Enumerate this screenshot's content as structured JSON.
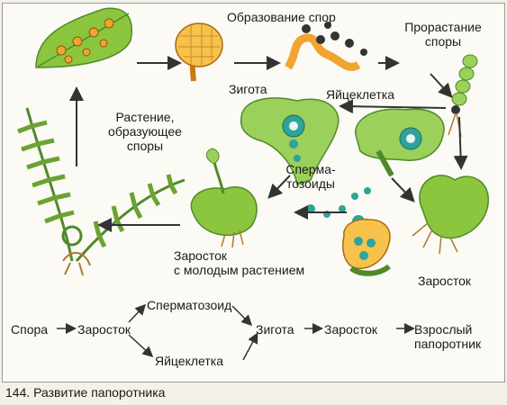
{
  "labels": {
    "spore_formation": "Образование спор",
    "zygote_top": "Зигота",
    "spore_germination_1": "Прорастание",
    "spore_germination_2": "споры",
    "egg_top": "Яйцеклетка",
    "plant_spores_1": "Растение,",
    "plant_spores_2": "образующее",
    "plant_spores_3": "споры",
    "sperm_1": "Сперма-",
    "sperm_2": "тозоиды",
    "prothallus_young_1": "Заросток",
    "prothallus_young_2": "с молодым растением",
    "prothallus_right": "Заросток"
  },
  "flow": {
    "spore": "Спора",
    "prothallus": "Заросток",
    "spermatozoid": "Сперматозоид",
    "egg": "Яйцеклетка",
    "zygote": "Зигота",
    "prothallus2": "Заросток",
    "adult_1": "Взрослый",
    "adult_2": "папоротник"
  },
  "caption": "144. Развитие папоротника",
  "colors": {
    "leaf": "#8cc63f",
    "leaf_dark": "#4e8a2a",
    "orange": "#f0a531",
    "teal": "#2fa39a",
    "arrow": "#333333"
  }
}
